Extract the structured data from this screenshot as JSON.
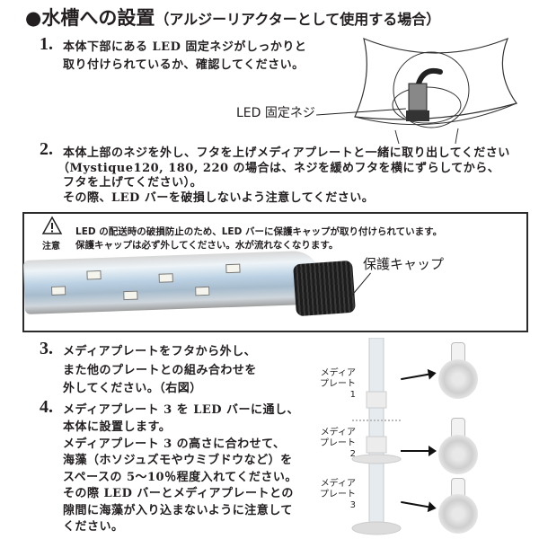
{
  "title": {
    "main": "●水槽への設置",
    "sub": "（アルジーリアクターとして使用する場合）"
  },
  "steps": [
    {
      "number": "1.",
      "lines": [
        "本体下部にある LED 固定ネジがしっかりと",
        "取り付けられているか、確認してください。"
      ]
    },
    {
      "number": "2.",
      "lines": [
        "本体上部のネジを外し、フタを上げメディアプレートと一緒に取り出してください",
        "（Mystique120, 180, 220 の場合は、ネジを緩めフタを横にずらしてから、",
        "フタを上げてください）。",
        "その際、LED バーを破損しないよう注意してください。"
      ]
    },
    {
      "number": "3.",
      "lines": [
        "メディアプレートをフタから外し、",
        "また他のプレートとの組み合わせを",
        "外してください。（右図）"
      ]
    },
    {
      "number": "4.",
      "lines": [
        "メディアプレート 3 を LED バーに通し、",
        "本体に設置します。",
        "メディアプレート 3 の高さに合わせて、",
        "海藻（ホソジュズモやウミブドウなど）を",
        "スペースの 5～10％程度入れてください。",
        "その際 LED バーとメディアプレートとの",
        "隙間に海藻が入り込まないように注意して",
        "ください。"
      ]
    }
  ],
  "figure1": {
    "label": "LED 固定ネジ"
  },
  "caution": {
    "icon": "warning-triangle-icon",
    "icon_label": "注意",
    "lines": [
      "LED の配送時の破損防止のため、LED バーに保護キャップが取り付けられています。",
      "保護キャップは必ず外してください。水が流れなくなります。"
    ],
    "cap_label": "保護キャップ"
  },
  "media_plates": [
    {
      "line1": "メディア",
      "line2": "プレート 1"
    },
    {
      "line1": "メディア",
      "line2": "プレート 2"
    },
    {
      "line1": "メディア",
      "line2": "プレート 3"
    }
  ]
}
